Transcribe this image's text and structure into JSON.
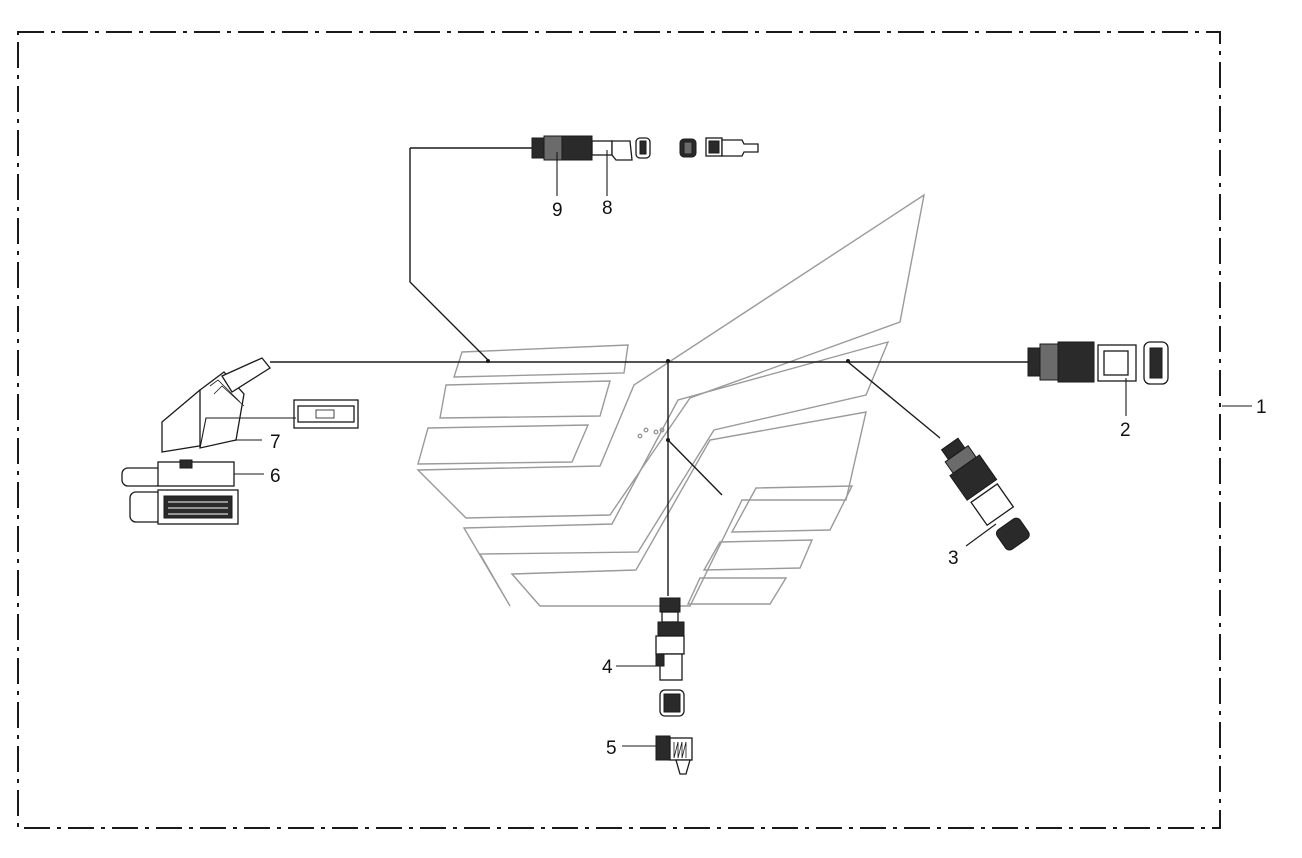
{
  "callouts": {
    "c1": "1",
    "c2": "2",
    "c3": "3",
    "c4": "4",
    "c5": "5",
    "c6": "6",
    "c7": "7",
    "c8": "8",
    "c9": "9"
  },
  "colors": {
    "line": "#1a1a1a",
    "ghost_outline": "#9a9a9a",
    "background": "#ffffff"
  },
  "icons": [
    "dash-dot-assembly-boundary",
    "wiring-harness",
    "connector",
    "connector-cap",
    "seal-plug",
    "ecu-connector",
    "fuse-holder",
    "logo-watermark"
  ]
}
